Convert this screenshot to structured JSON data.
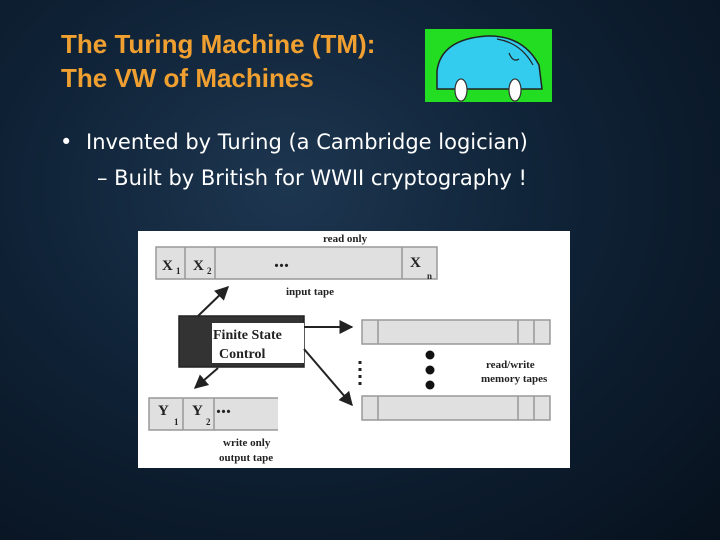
{
  "slide": {
    "title_line1": "The Turing Machine (TM):",
    "title_line2": "The VW of Machines",
    "bullet_char": "•",
    "bullet_text": "Invented by Turing (a Cambridge logician)",
    "sub_bullet_text": "– Built by British for WWII cryptography !"
  },
  "diagram": {
    "read_only": "read only",
    "x1": "X",
    "x1_sub": "1",
    "x2": "X",
    "x2_sub": "2",
    "xn": "X",
    "xn_sub": "n",
    "dots": "...",
    "input_tape": "input tape",
    "fsc_line1": "Finite  State",
    "fsc_line2": "Control",
    "rw_line1": "read/write",
    "rw_line2": "memory tapes",
    "y1": "Y",
    "y1_sub": "1",
    "y2": "Y",
    "y2_sub": "2",
    "write_only": "write only",
    "output_tape": "output tape"
  },
  "colors": {
    "title": "#f0a030",
    "car_background": "#22dd22",
    "car_body": "#33ccee",
    "fsc_box": "#333333"
  }
}
